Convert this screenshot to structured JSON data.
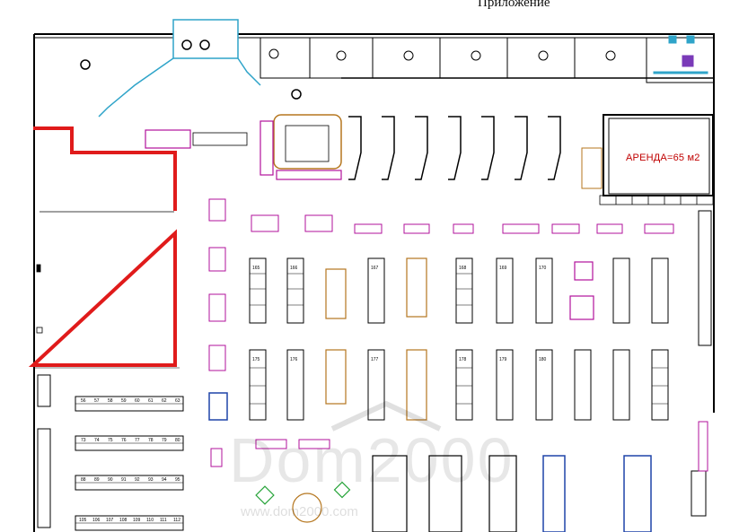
{
  "title": "Приложение",
  "rent_label": "АРЕНДА=65 м2",
  "watermark": {
    "logo": "Dom2000",
    "url": "www.dom2000.com"
  },
  "colors": {
    "structure": "#000000",
    "highlight": "#e01b1b",
    "doors": "#2fa4c9",
    "zones": "#b2129b",
    "stands": "#b5761e",
    "freezers": "#1f44a8",
    "plants": "#27a43a"
  },
  "lease_zone_note": "red outline marks the leased area",
  "rack_rows": [
    {
      "row": "top-rack-row",
      "labels": [
        "165",
        "166",
        "167",
        "168",
        "169",
        "170"
      ]
    },
    {
      "row": "middle-rack-row",
      "labels": [
        "175",
        "176",
        "177",
        "178",
        "179",
        "180"
      ]
    },
    {
      "row": "left-counters-1",
      "labels": [
        "56",
        "57",
        "58",
        "59",
        "60",
        "61",
        "62",
        "63"
      ]
    },
    {
      "row": "left-counters-2",
      "labels": [
        "73",
        "74",
        "75",
        "76",
        "77",
        "78",
        "79",
        "80"
      ]
    },
    {
      "row": "left-counters-3",
      "labels": [
        "88",
        "89",
        "90",
        "91",
        "92",
        "93",
        "94",
        "95"
      ]
    },
    {
      "row": "left-counters-4",
      "labels": [
        "105",
        "106",
        "107",
        "108",
        "109",
        "110",
        "111",
        "112"
      ]
    }
  ],
  "checkout_lanes": 7
}
